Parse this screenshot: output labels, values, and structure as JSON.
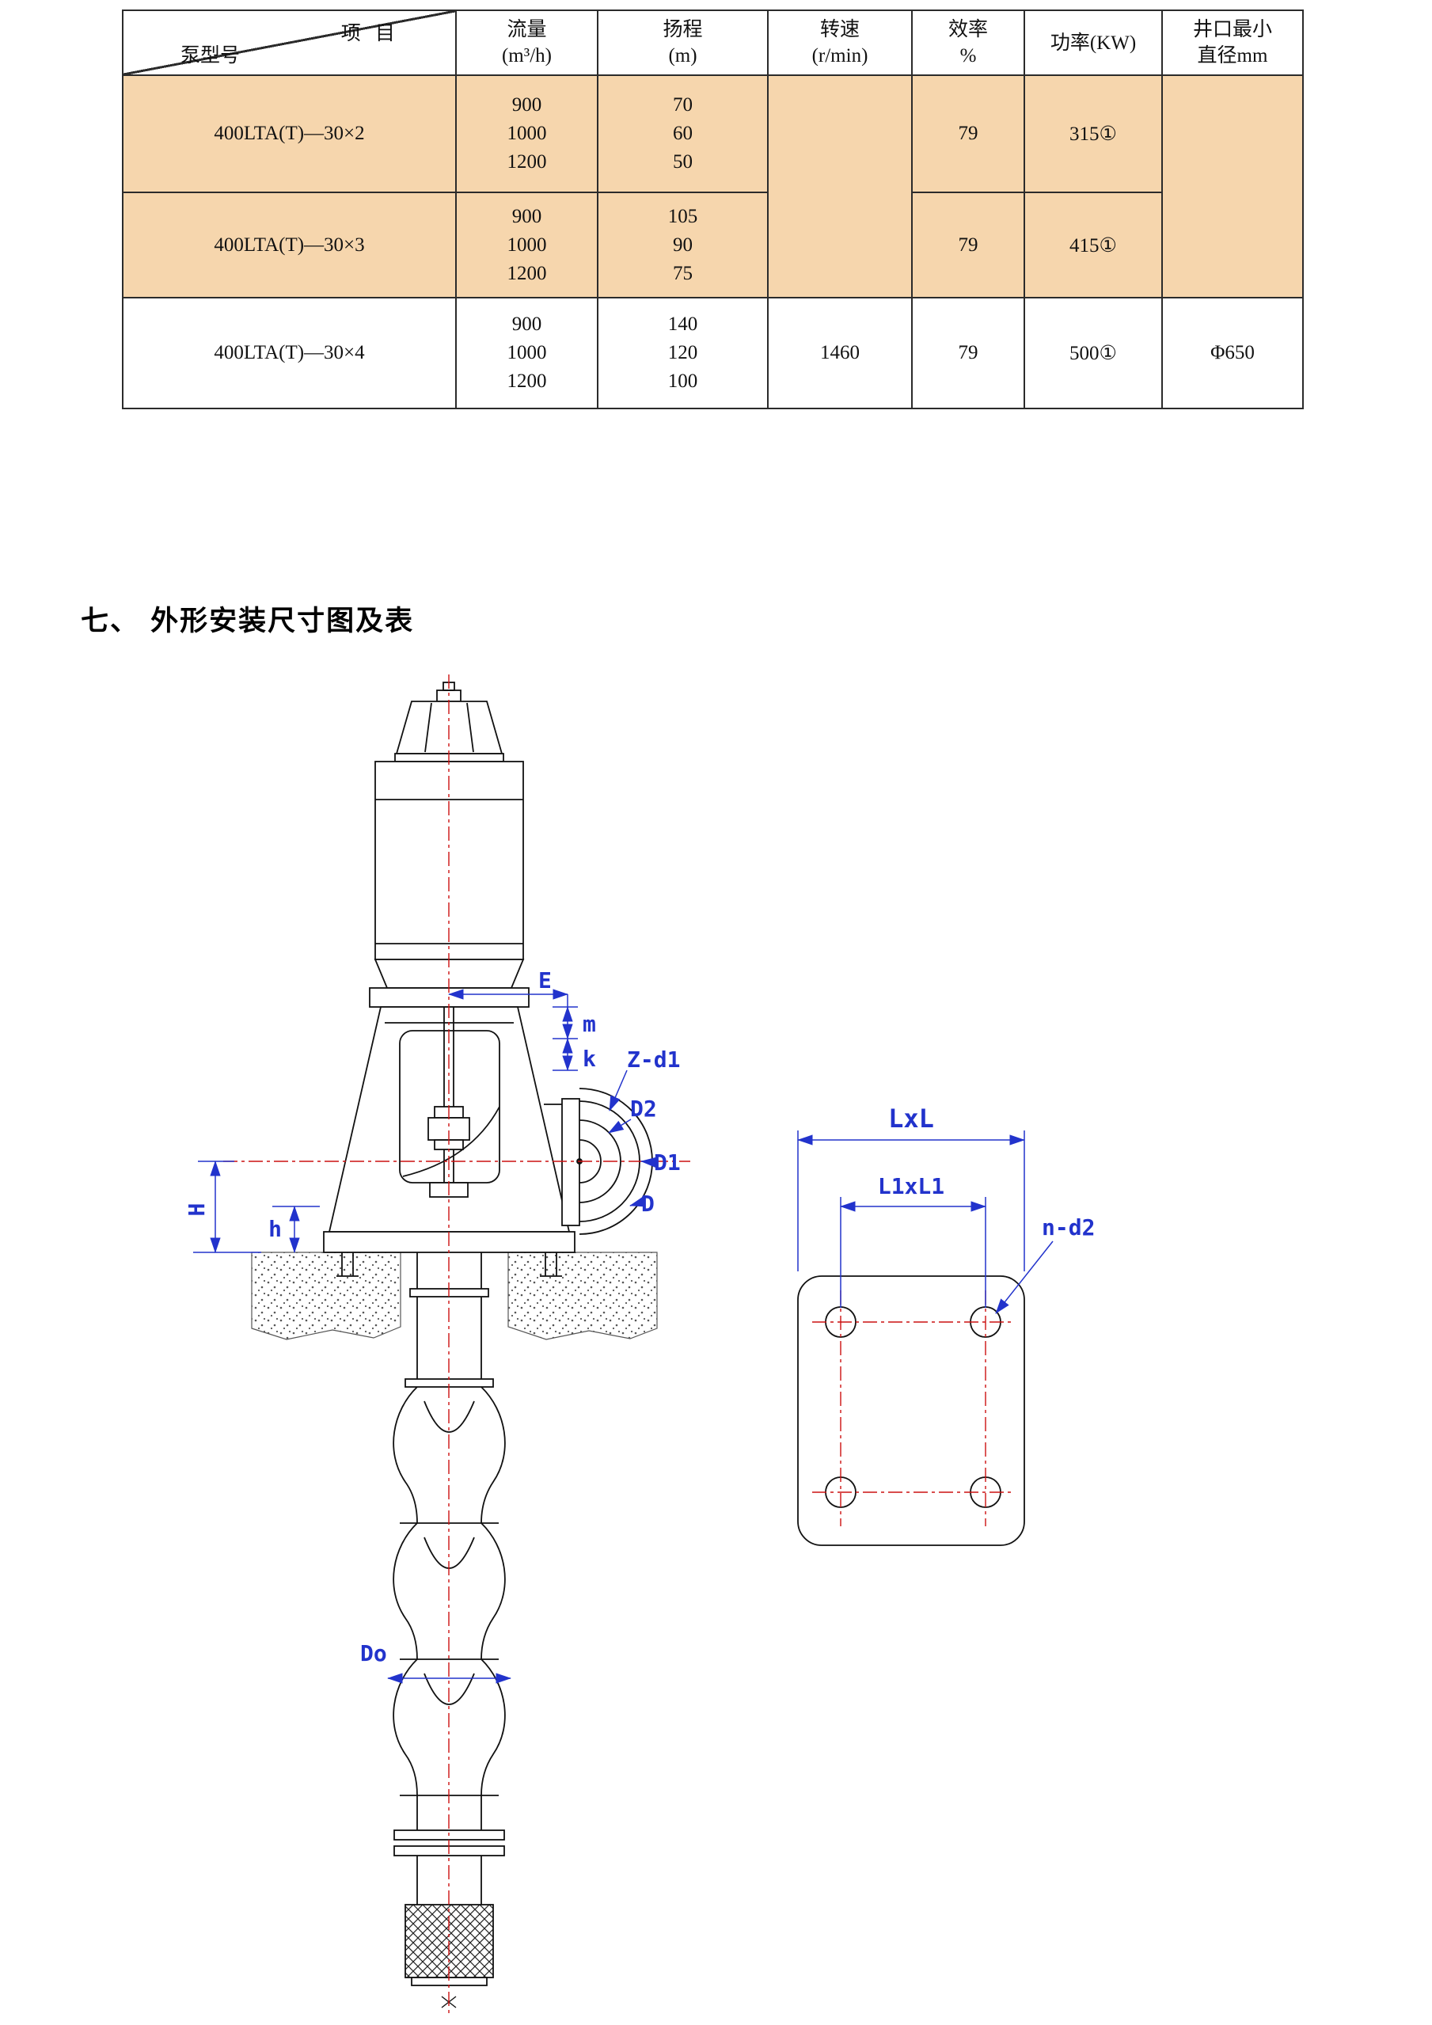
{
  "table": {
    "diagonal": {
      "top": "项  目",
      "bottom": "泵型号"
    },
    "headers": {
      "flow": "流量\n(m³/h)",
      "head": "扬程\n(m)",
      "speed": "转速\n(r/min)",
      "efficiency": "效率\n%",
      "power": "功率(KW)",
      "wellhead": "井口最小\n直径mm"
    },
    "rows": [
      {
        "model": "400LTA(T)—30×2",
        "flow": "900\n1000\n1200",
        "head": "70\n60\n50",
        "efficiency": "79",
        "power": "315①"
      },
      {
        "model": "400LTA(T)—30×3",
        "flow": "900\n1000\n1200",
        "head": "105\n90\n75",
        "efficiency": "79",
        "power": "415①"
      },
      {
        "model": "400LTA(T)—30×4",
        "flow": "900\n1000\n1200",
        "head": "140\n120\n100",
        "speed": "1460",
        "efficiency": "79",
        "power": "500①",
        "wellhead": "Φ650"
      }
    ],
    "highlight_color": "#f6d6ad"
  },
  "section": {
    "heading": "七、 外形安装尺寸图及表"
  },
  "drawing": {
    "dims": {
      "e": "E",
      "m": "m",
      "k": "k",
      "z_d1": "Z-d1",
      "d2": "D2",
      "d1": "D1",
      "d": "D",
      "h_upper": "H",
      "h_lower": "h",
      "do_label": "Do"
    },
    "flange": {
      "lxl": "LxL",
      "l1x_l1": "L1xL1",
      "n_d2": "n-d2"
    },
    "colors": {
      "dimension": "#2233cc",
      "centerline": "#cc1111",
      "outline": "#111111"
    }
  }
}
